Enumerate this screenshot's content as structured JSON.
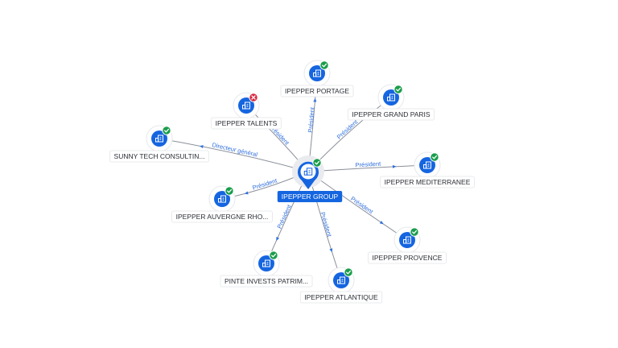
{
  "center": {
    "label": "IPEPPER GROUP",
    "icon": "building-icon",
    "status": "active"
  },
  "nodes": [
    {
      "id": "portage",
      "label": "IPEPPER PORTAGE",
      "icon": "building-icon",
      "status": "active",
      "relation": "Président"
    },
    {
      "id": "talents",
      "label": "IPEPPER TALENTS",
      "icon": "building-icon",
      "status": "closed",
      "relation": "Président"
    },
    {
      "id": "grand-paris",
      "label": "IPEPPER GRAND PARIS",
      "icon": "building-icon",
      "status": "active",
      "relation": "Président"
    },
    {
      "id": "sunny-tech",
      "label": "SUNNY TECH CONSULTIN...",
      "icon": "building-icon",
      "status": "active",
      "relation": "Directeur général"
    },
    {
      "id": "mediterranee",
      "label": "IPEPPER MEDITERRANEE",
      "icon": "building-icon",
      "status": "active",
      "relation": "Président"
    },
    {
      "id": "auvergne",
      "label": "IPEPPER AUVERGNE RHO...",
      "icon": "building-icon",
      "status": "active",
      "relation": "Président"
    },
    {
      "id": "provence",
      "label": "IPEPPER PROVENCE",
      "icon": "building-icon",
      "status": "active",
      "relation": "Président"
    },
    {
      "id": "pinte",
      "label": "PINTE INVESTS PATRIM...",
      "icon": "building-icon",
      "status": "active",
      "relation": "Président"
    },
    {
      "id": "atlantique",
      "label": "IPEPPER ATLANTIQUE",
      "icon": "building-icon",
      "status": "active",
      "relation": "Président"
    }
  ],
  "colors": {
    "primary": "#1565e0",
    "edge_label": "#2f6fde",
    "edge": "#8a8f99",
    "status_active": "#1a9d4b",
    "status_closed": "#d7263d"
  }
}
